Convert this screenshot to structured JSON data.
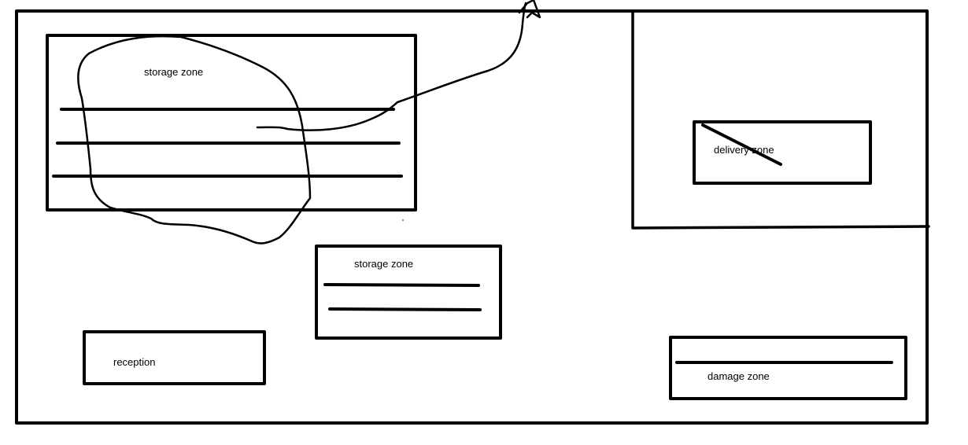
{
  "diagram": {
    "zones": {
      "storage_top": {
        "label": "storage zone"
      },
      "storage_middle": {
        "label": "storage zone"
      },
      "delivery": {
        "label": "delivery zone"
      },
      "reception": {
        "label": "reception"
      },
      "damage": {
        "label": "damage zone"
      }
    },
    "colors": {
      "stroke": "#000000",
      "background": "#ffffff"
    }
  }
}
